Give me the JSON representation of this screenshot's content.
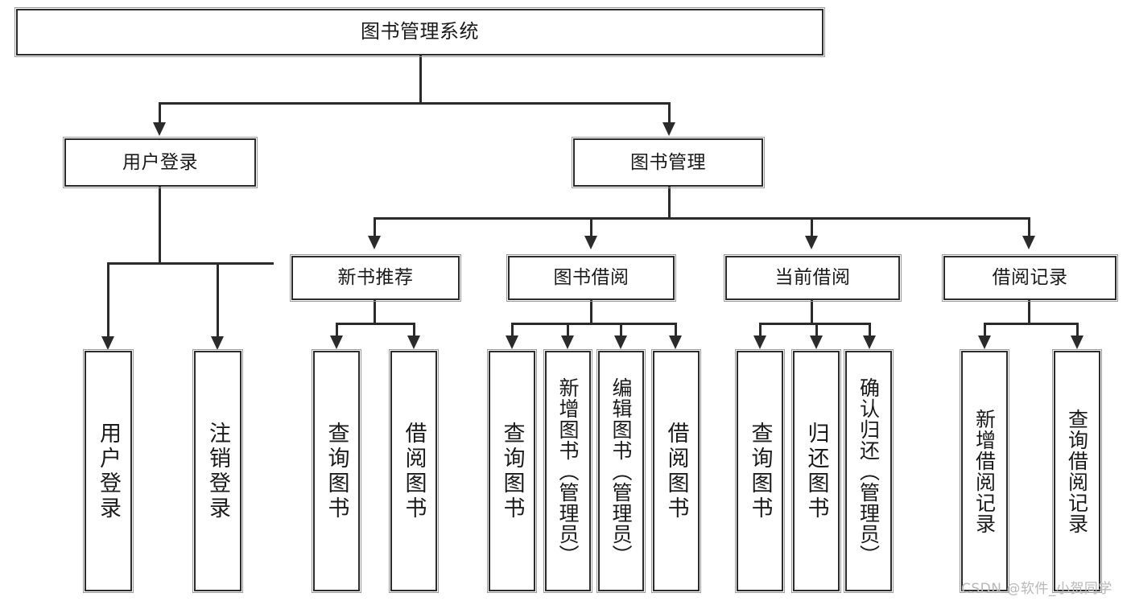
{
  "diagram": {
    "title": "图书管理系统",
    "type": "tree",
    "watermark": "CSDN @软件_小贺同学",
    "colors": {
      "box_border": "#2b2b2b",
      "box_fill": "#ffffff",
      "connector": "#2b2b2b",
      "text": "#1a1a1a",
      "watermark": "#b8b8b8",
      "background": "#ffffff"
    },
    "levels": {
      "root": [
        "图书管理系统"
      ],
      "level2": [
        "用户登录",
        "图书管理"
      ],
      "level3": [
        "新书推荐",
        "图书借阅",
        "当前借阅",
        "借阅记录"
      ],
      "leaves": [
        "用户登录",
        "注销登录",
        "查询图书",
        "借阅图书",
        "查询图书",
        "新增图书（管理员）",
        "编辑图书（管理员）",
        "借阅图书",
        "查询图书",
        "归还图书",
        "确认归还（管理员）",
        "新增借阅记录",
        "查询借阅记录"
      ]
    },
    "nodes": {
      "root": {
        "label": "图书管理系统"
      },
      "user_login": {
        "label": "用户登录"
      },
      "book_mgmt": {
        "label": "图书管理"
      },
      "new_book_rec": {
        "label": "新书推荐"
      },
      "book_borrow": {
        "label": "图书借阅"
      },
      "current_borrow": {
        "label": "当前借阅"
      },
      "borrow_record": {
        "label": "借阅记录"
      },
      "leaf_user_login": {
        "label": "用户登录"
      },
      "leaf_logout": {
        "label": "注销登录"
      },
      "leaf_query_book_1": {
        "label": "查询图书"
      },
      "leaf_borrow_book_1": {
        "label": "借阅图书"
      },
      "leaf_query_book_2": {
        "label": "查询图书"
      },
      "leaf_add_book": {
        "label": "新增图书（管理员）"
      },
      "leaf_edit_book": {
        "label": "编辑图书（管理员）"
      },
      "leaf_borrow_book_2": {
        "label": "借阅图书"
      },
      "leaf_query_book_3": {
        "label": "查询图书"
      },
      "leaf_return_book": {
        "label": "归还图书"
      },
      "leaf_confirm_return": {
        "label": "确认归还（管理员）"
      },
      "leaf_add_record": {
        "label": "新增借阅记录"
      },
      "leaf_query_record": {
        "label": "查询借阅记录"
      }
    },
    "edges": [
      {
        "from": "root",
        "to": "user_login"
      },
      {
        "from": "root",
        "to": "book_mgmt"
      },
      {
        "from": "user_login",
        "to": "leaf_user_login"
      },
      {
        "from": "user_login",
        "to": "leaf_logout"
      },
      {
        "from": "book_mgmt",
        "to": "new_book_rec"
      },
      {
        "from": "book_mgmt",
        "to": "book_borrow"
      },
      {
        "from": "book_mgmt",
        "to": "current_borrow"
      },
      {
        "from": "book_mgmt",
        "to": "borrow_record"
      },
      {
        "from": "new_book_rec",
        "to": "leaf_query_book_1"
      },
      {
        "from": "new_book_rec",
        "to": "leaf_borrow_book_1"
      },
      {
        "from": "book_borrow",
        "to": "leaf_query_book_2"
      },
      {
        "from": "book_borrow",
        "to": "leaf_add_book"
      },
      {
        "from": "book_borrow",
        "to": "leaf_edit_book"
      },
      {
        "from": "book_borrow",
        "to": "leaf_borrow_book_2"
      },
      {
        "from": "current_borrow",
        "to": "leaf_query_book_3"
      },
      {
        "from": "current_borrow",
        "to": "leaf_return_book"
      },
      {
        "from": "current_borrow",
        "to": "leaf_confirm_return"
      },
      {
        "from": "borrow_record",
        "to": "leaf_add_record"
      },
      {
        "from": "borrow_record",
        "to": "leaf_query_record"
      }
    ]
  }
}
